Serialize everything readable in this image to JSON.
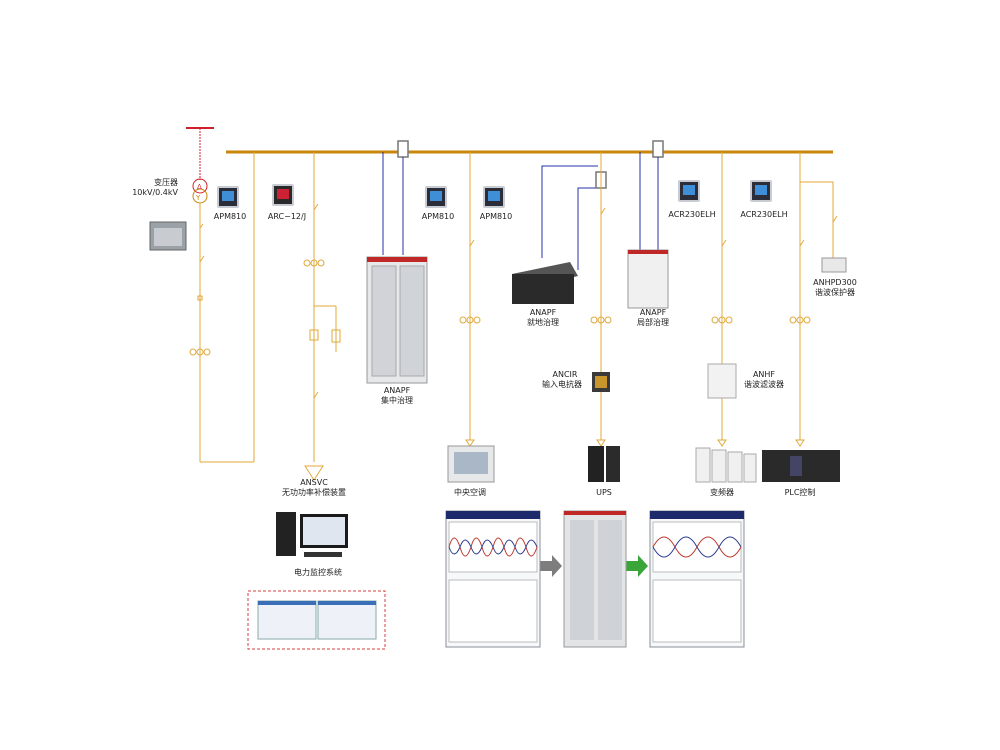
{
  "labels": {
    "transformer_title": "变压器",
    "transformer_rating": "10kV/0.4kV",
    "apm810_a": "APM810",
    "arc12j": "ARC−12/J",
    "apm810_b": "APM810",
    "apm810_c": "APM810",
    "acr230_a": "ACR230ELH",
    "acr230_b": "ACR230ELH",
    "anapf_central_name": "ANAPF",
    "anapf_central_desc": "集中治理",
    "anapf_local_name": "ANAPF",
    "anapf_local_desc": "就地治理",
    "anapf_partial_name": "ANAPF",
    "anapf_partial_desc": "局部治理",
    "ancir_name": "ANCIR",
    "ancir_desc": "输入电抗器",
    "anhf_name": "ANHF",
    "anhf_desc": "谐波滤波器",
    "anhpd_name": "ANHPD300",
    "anhpd_desc": "谐波保护器",
    "ansvc_name": "ANSVC",
    "ansvc_desc": "无功功率补偿装置",
    "load_ac": "中央空调",
    "load_ups": "UPS",
    "load_vfd": "变频器",
    "load_plc": "PLC控制",
    "monitor_system": "电力监控系统"
  },
  "colors": {
    "busbar": "#c8860a",
    "feeder": "#e0a93a",
    "ct_wire": "#2432a8",
    "incoming": "#d0202c",
    "arrow_grey": "#7d7d7d",
    "arrow_green": "#3aa63a",
    "dashed_frame": "#d04040"
  },
  "icons": {
    "transformer": "transformer-icon",
    "ct": "current-transformer-icon",
    "breaker": "breaker-icon",
    "meter": "power-meter-icon"
  }
}
